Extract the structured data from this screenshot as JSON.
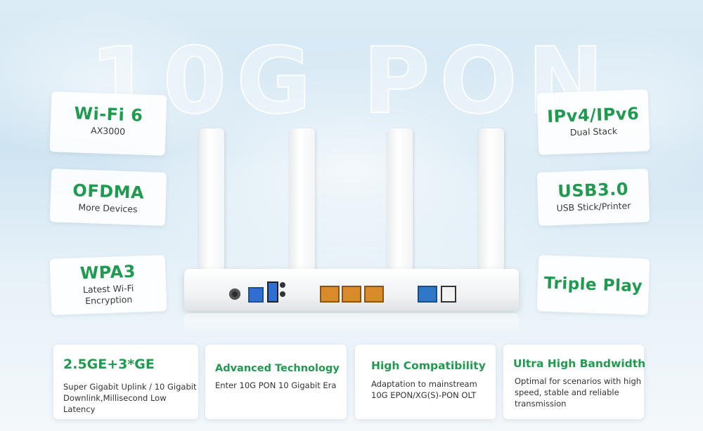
{
  "watermark": "10G PON",
  "features_left": [
    {
      "title": "Wi-Fi 6",
      "sub": "AX3000"
    },
    {
      "title": "OFDMA",
      "sub": "More Devices"
    },
    {
      "title": "WPA3",
      "sub_lines": [
        "Latest Wi-Fi",
        "Encryption"
      ]
    }
  ],
  "features_right": [
    {
      "title": "IPv4/IPv6",
      "sub": "Dual Stack"
    },
    {
      "title": "USB3.0",
      "sub": "USB Stick/Printer"
    },
    {
      "title": "Triple Play"
    }
  ],
  "cards": [
    {
      "title": "2.5GE+3*GE",
      "desc_lines": [
        "Super Gigabit Uplink / 10 Gigabit",
        "Downlink,Millisecond Low Latency"
      ]
    },
    {
      "title": "Advanced Technology",
      "desc_lines": [
        "Enter 10G PON 10 Gigabit Era"
      ]
    },
    {
      "title": "High Compatibility",
      "desc_lines": [
        "Adaptation to mainstream",
        "10G EPON/XG(S)-PON OLT"
      ]
    },
    {
      "title": "Ultra High Bandwidth",
      "desc_lines": [
        "Optimal for scenarios with high",
        "speed, stable and reliable",
        "transmission"
      ]
    }
  ],
  "colors": {
    "accent_green": "#1f9b50",
    "lan_port": "#d98a2b",
    "wan_port": "#2f78c8",
    "usb_port": "#2f6fd1"
  }
}
